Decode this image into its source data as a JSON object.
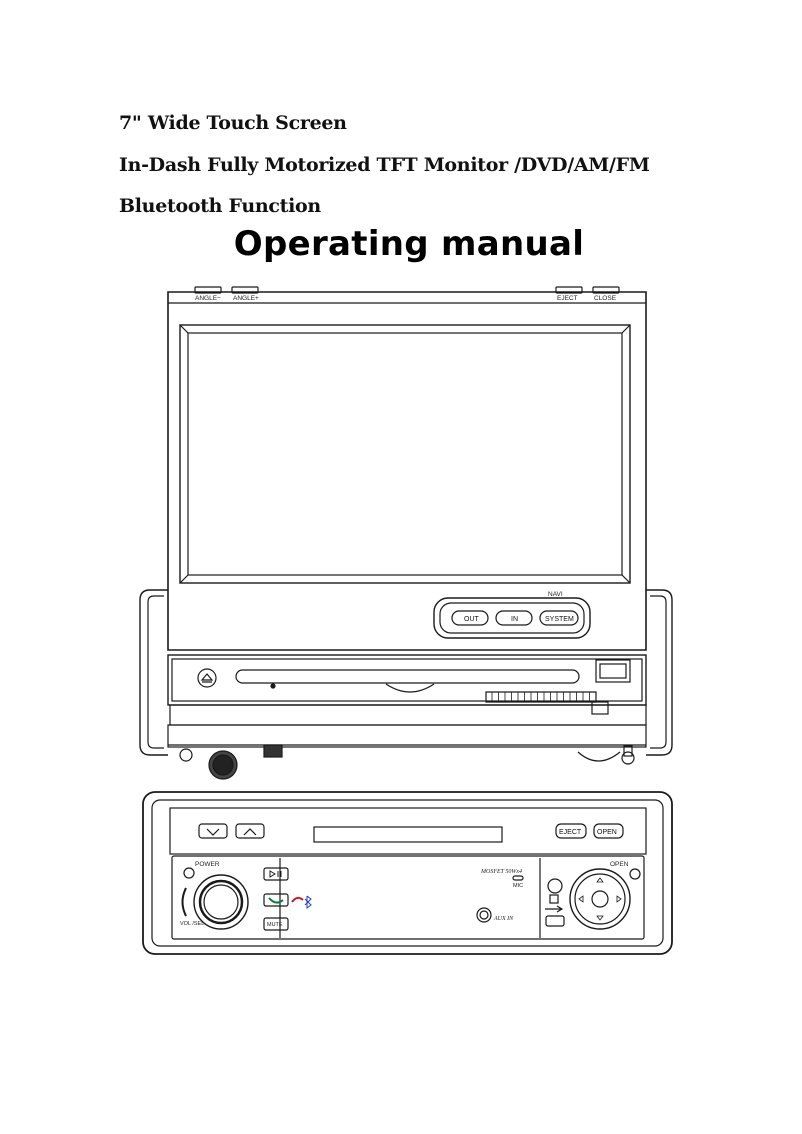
{
  "heading": {
    "line1": "7\" Wide Touch Screen",
    "line2": "In-Dash Fully Motorized TFT Monitor /DVD/AM/FM",
    "line3": "Bluetooth Function",
    "title": "Operating manual"
  },
  "monitor": {
    "top_labels": [
      "ANGLE−",
      "ANGLE+",
      "EJECT",
      "CLOSE"
    ],
    "navi_label": "NAVI",
    "navi_buttons": [
      "OUT",
      "IN",
      "SYSTEM"
    ]
  },
  "front_panel": {
    "up_buttons": [
      "EJECT",
      "OPEN"
    ],
    "power_label": "POWER",
    "vol_label": "VOL\n/SEL",
    "mute_label": "MUTE",
    "brand_text": "MOSFET 50Wx4",
    "mic_label": "MIC",
    "aux_label": "AUX IN",
    "open_label": "OPEN"
  }
}
